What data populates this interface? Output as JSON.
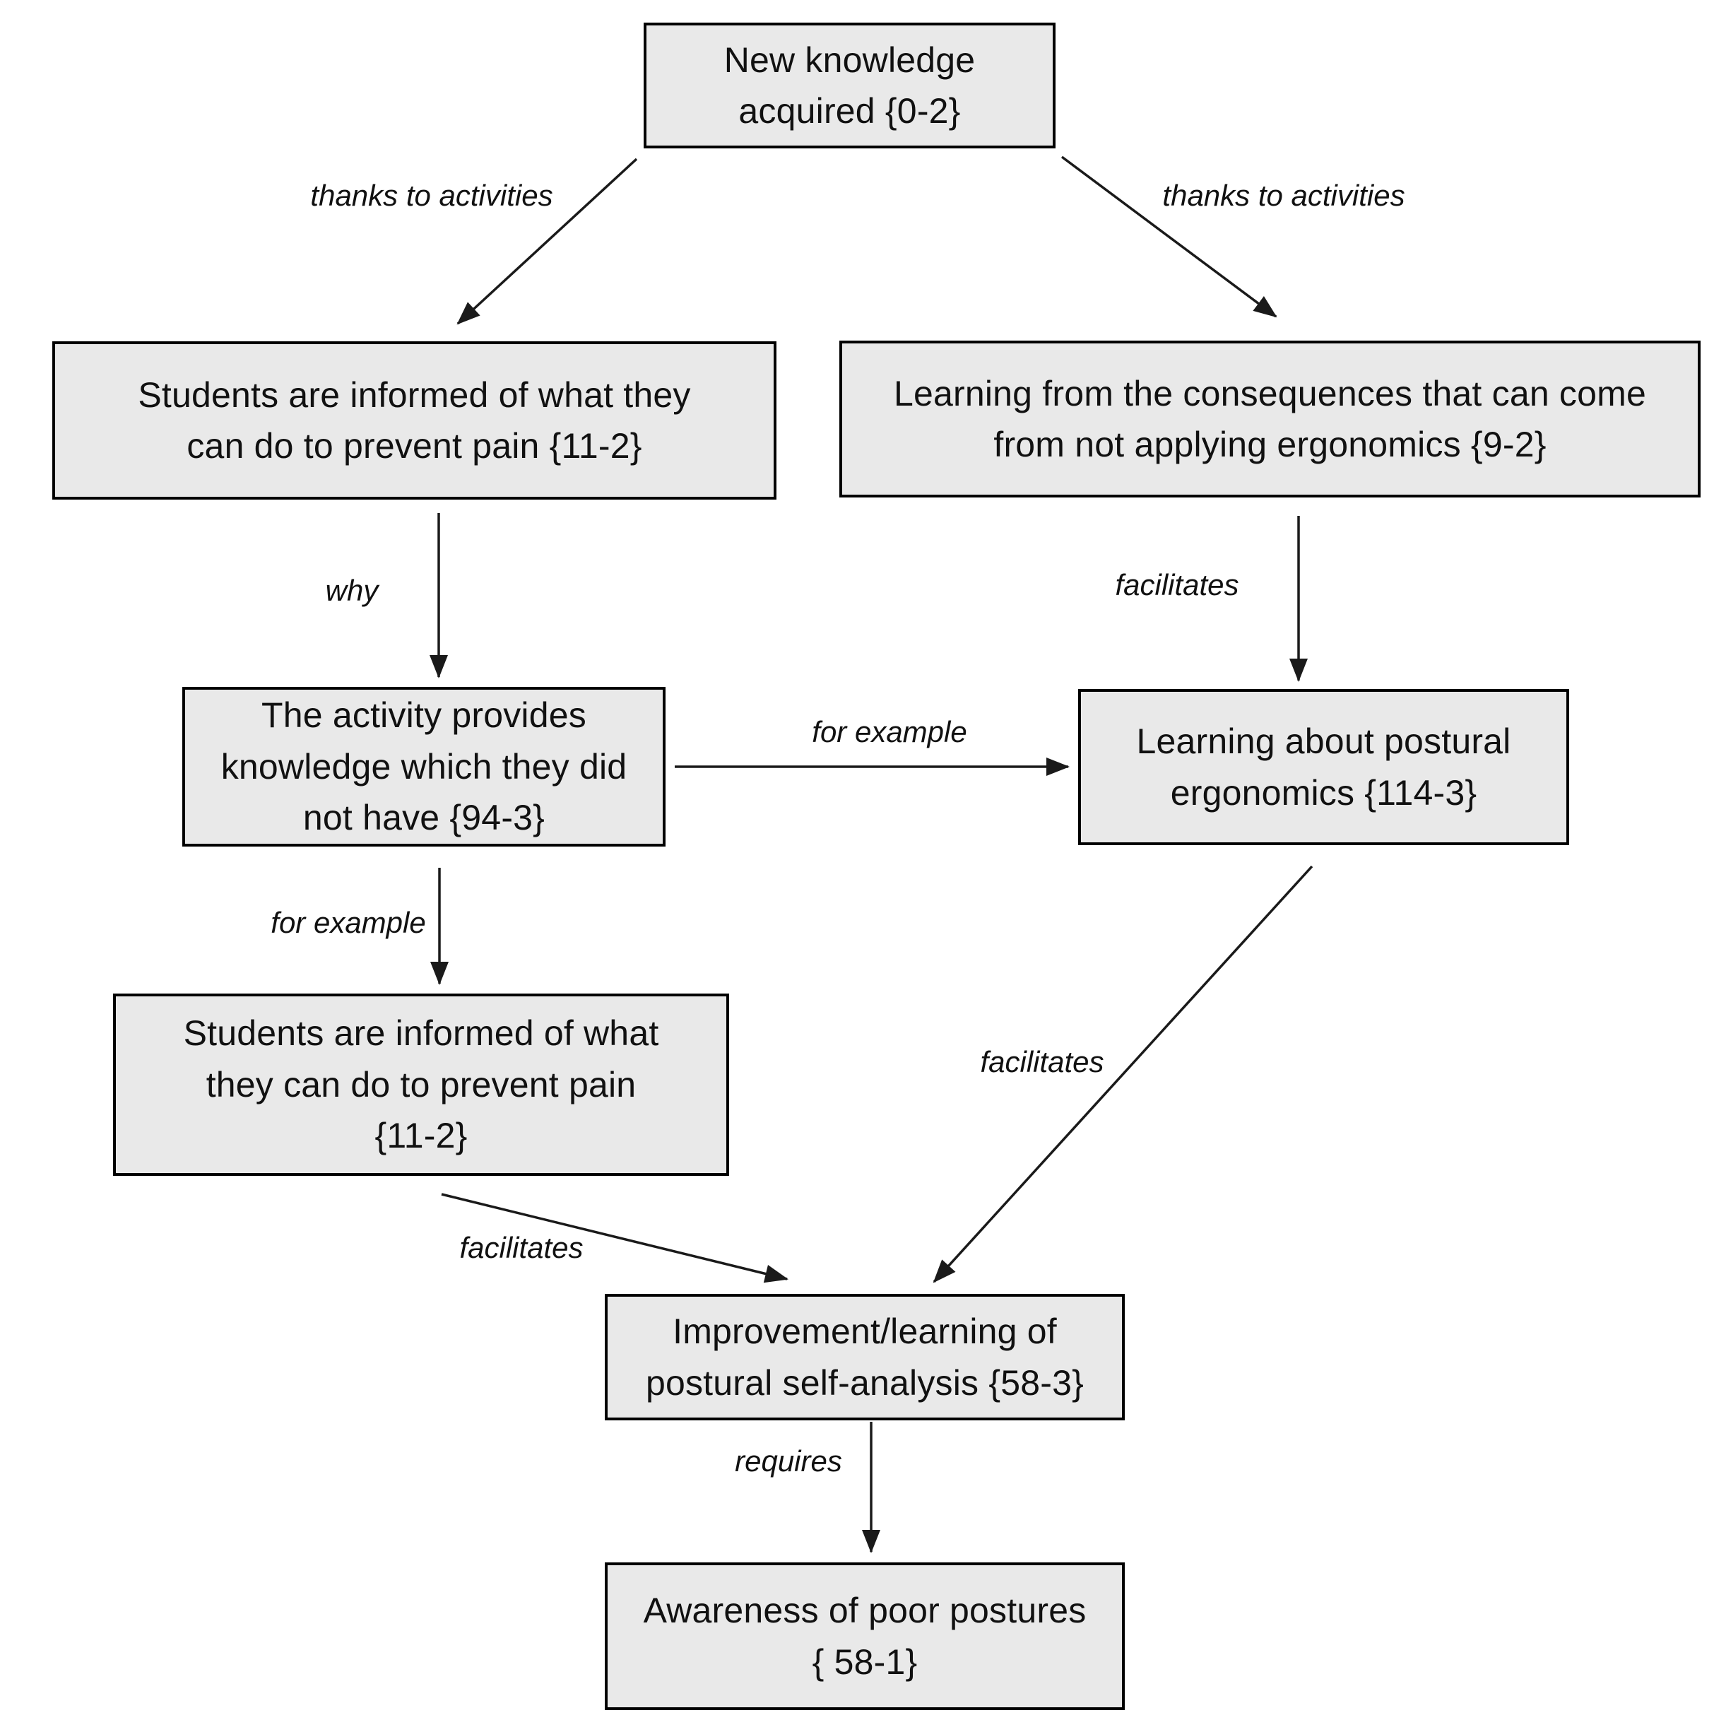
{
  "diagram": {
    "nodes": {
      "new_knowledge": {
        "label": "New knowledge\nacquired {0-2}"
      },
      "students_informed_top": {
        "label": "Students are informed of what they\ncan do to prevent pain {11-2}"
      },
      "learning_consequences": {
        "label": "Learning from the consequences that can come\nfrom not applying ergonomics {9-2}"
      },
      "activity_provides_knowledge": {
        "label": "The activity provides\nknowledge which they did\nnot have {94-3}"
      },
      "learning_postural_ergonomics": {
        "label": "Learning about postural\nergonomics {114-3}"
      },
      "students_informed_bottom": {
        "label": "Students are informed of what\nthey can do to prevent pain\n{11-2}"
      },
      "improvement_self_analysis": {
        "label": "Improvement/learning of\npostural self-analysis {58-3}"
      },
      "awareness_poor_postures": {
        "label": "Awareness of poor postures\n{ 58-1}"
      }
    },
    "edges": {
      "thanks_left": {
        "label": "thanks to activities",
        "from": "new_knowledge",
        "to": "students_informed_top"
      },
      "thanks_right": {
        "label": "thanks to activities",
        "from": "new_knowledge",
        "to": "learning_consequences"
      },
      "why": {
        "label": "why",
        "from": "students_informed_top",
        "to": "activity_provides_knowledge"
      },
      "facilitates_right_vertical": {
        "label": "facilitates",
        "from": "learning_consequences",
        "to": "learning_postural_ergonomics"
      },
      "for_example_horizontal": {
        "label": "for example",
        "from": "activity_provides_knowledge",
        "to": "learning_postural_ergonomics"
      },
      "for_example_down": {
        "label": "for example",
        "from": "activity_provides_knowledge",
        "to": "students_informed_bottom"
      },
      "facilitates_left_diagonal": {
        "label": "facilitates",
        "from": "students_informed_bottom",
        "to": "improvement_self_analysis"
      },
      "facilitates_right_diagonal": {
        "label": "facilitates",
        "from": "learning_postural_ergonomics",
        "to": "improvement_self_analysis"
      },
      "requires": {
        "label": "requires",
        "from": "improvement_self_analysis",
        "to": "awareness_poor_postures"
      }
    },
    "colors": {
      "node_fill": "#e9e9e9",
      "node_border": "#000000",
      "arrow": "#1a1a1a",
      "text": "#111111",
      "background": "#ffffff"
    }
  }
}
